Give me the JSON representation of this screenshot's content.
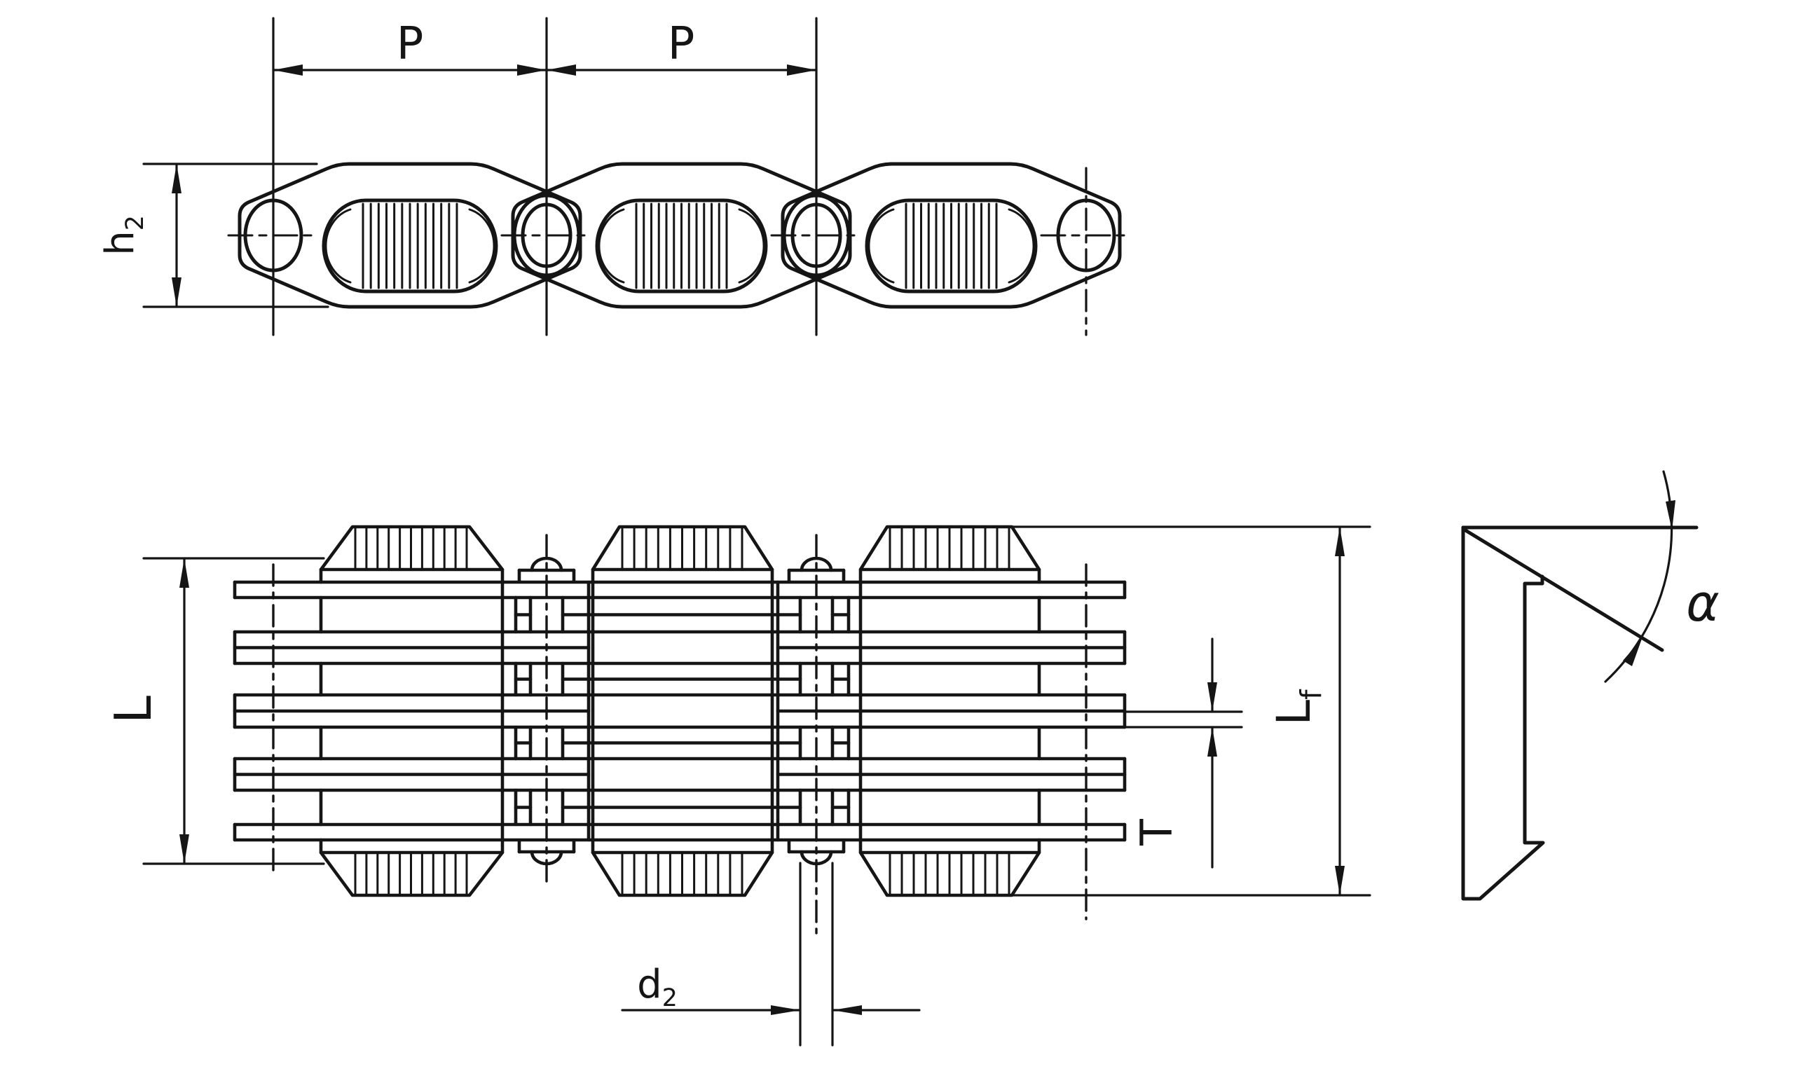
{
  "drawing": {
    "type": "engineering-dimension-drawing",
    "subject": "inverted-tooth (silent) chain: side view, plan view of plate stack, plate profile view",
    "background_color": "#ffffff",
    "line_color": "#151515",
    "labels": {
      "pitch_left": "P",
      "pitch_right": "P",
      "plate_height_main": "h",
      "plate_height_sub": "2",
      "stack_width": "L",
      "overall_width_main": "L",
      "overall_width_sub": "f",
      "plate_thickness": "T",
      "pin_diameter_main": "d",
      "pin_diameter_sub": "2",
      "profile_angle": "α"
    }
  }
}
